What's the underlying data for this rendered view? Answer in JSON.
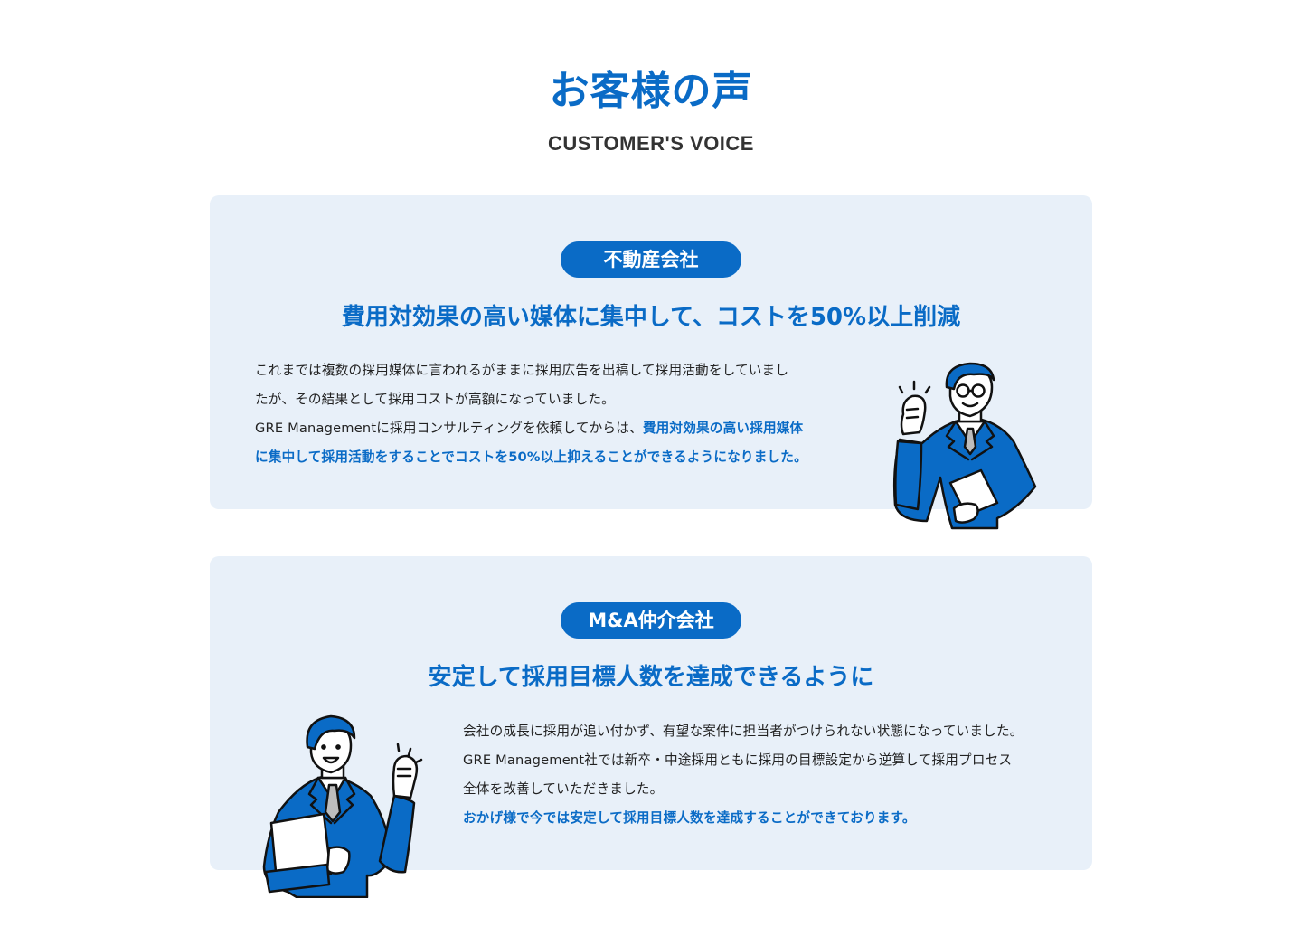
{
  "section": {
    "title_ja": "お客様の声",
    "title_en": "CUSTOMER'S VOICE"
  },
  "colors": {
    "accent": "#0a6bc6",
    "card_background": "#e8f0f9",
    "text": "#222222",
    "subtitle": "#333333"
  },
  "testimonials": [
    {
      "badge": "不動産会社",
      "headline": "費用対効果の高い媒体に集中して、コストを50%以上削減",
      "body": {
        "p1_line1": "これまでは複数の採用媒体に言われるがままに採用広告を出稿して採用活動をしていまし",
        "p1_line2": "たが、その結果として採用コストが高額になっていました。",
        "p2_plain": "GRE Managementに採用コンサルティングを依頼してからは、",
        "p2_highlight_a": "費用対効果の高い採用媒体",
        "p2_highlight_b": "に集中して採用活動をすることでコストを50%以上抑えることができるようになりました。"
      },
      "illustration": "businessman-with-glasses-fist-pump-icon"
    },
    {
      "badge": "M&A仲介会社",
      "headline": "安定して採用目標人数を達成できるように",
      "body": {
        "line1": "会社の成長に採用が追い付かず、有望な案件に担当者がつけられない状態になっていました。",
        "line2": "GRE Management社では新卒・中途採用ともに採用の目標設定から逆算して採用プロセス",
        "line3": "全体を改善していただきました。",
        "highlight": "おかげ様で今では安定して採用目標人数を達成することができております。"
      },
      "illustration": "businessman-smiling-fist-pump-icon"
    }
  ]
}
